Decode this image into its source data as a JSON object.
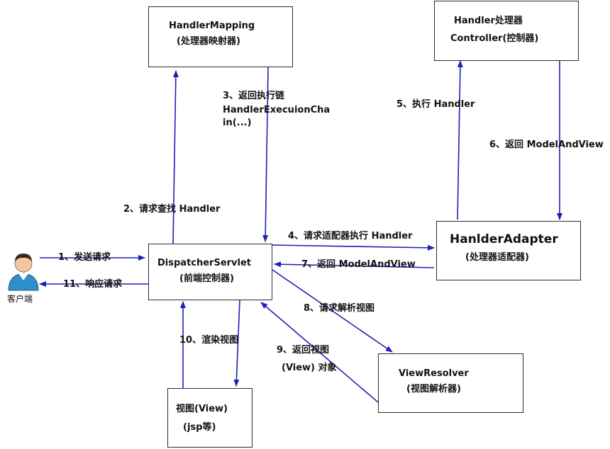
{
  "colors": {
    "arrow": "#1f1fb8",
    "box_border": "#2a2a2a",
    "text": "#111111",
    "client_body": "#2f8fc8",
    "client_head": "#f2c7a0",
    "client_hair": "#3a2a1a"
  },
  "boxes": {
    "handler_mapping": {
      "line1": "HandlerMapping",
      "line2": "(处理器映射器)"
    },
    "handler": {
      "line1": "Handler处理器",
      "line2": "Controller(控制器)"
    },
    "dispatcher": {
      "line1": "DispatcherServlet",
      "line2": "(前端控制器)"
    },
    "adapter": {
      "line1": "HanlderAdapter",
      "line2": "(处理器适配器)"
    },
    "view_resolver": {
      "line1": "ViewResolver",
      "line2": "(视图解析器)"
    },
    "view": {
      "line1": "视图(View)",
      "line2": "(jsp等)"
    }
  },
  "client": {
    "label": "客户端",
    "icon": "user-icon"
  },
  "steps": {
    "s1": "1、发送请求",
    "s2": "2、请求查找 Handler",
    "s3_line1": "3、返回执行链",
    "s3_line2": "HandlerExecuionCha",
    "s3_line3": "in(...)",
    "s4": "4、请求适配器执行 Handler",
    "s5": "5、执行 Handler",
    "s6": "6、返回 ModelAndView",
    "s7": "7、返回 ModelAndView",
    "s8": "8、请求解析视图",
    "s9_line1": "9、返回视图",
    "s9_line2": "(View) 对象",
    "s10": "10、渲染视图",
    "s11": "11、响应请求"
  }
}
